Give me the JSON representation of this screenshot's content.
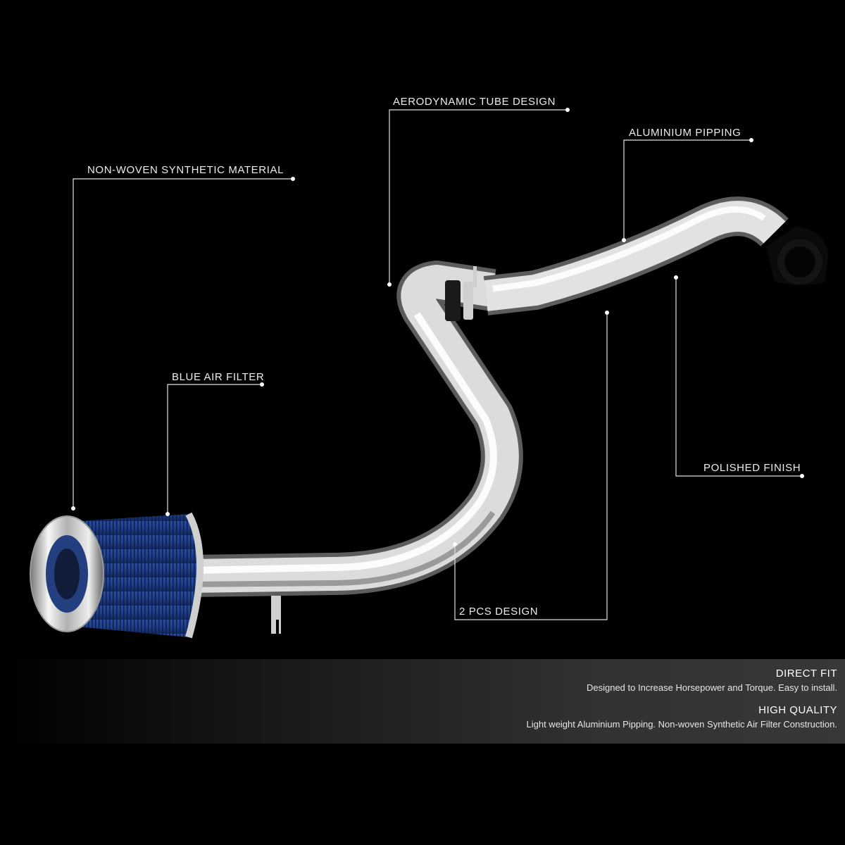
{
  "callouts": {
    "non_woven": "NON-WOVEN SYNTHETIC MATERIAL",
    "blue_filter": "BLUE AIR FILTER",
    "aero_tube": "AERODYNAMIC TUBE DESIGN",
    "aluminium_pipe": "ALUMINIUM PIPPING",
    "polished": "POLISHED FINISH",
    "two_pcs": "2 PCS DESIGN"
  },
  "features": [
    {
      "title": "DIRECT FIT",
      "desc": "Designed to Increase Horsepower and Torque. Easy to install."
    },
    {
      "title": "HIGH QUALITY",
      "desc": "Light weight Aluminium Pipping. Non-woven Synthetic Air Filter Construction."
    }
  ],
  "colors": {
    "background": "#000000",
    "filter_blue": "#1f3f8c",
    "chrome": "#d8d8d8",
    "coupler_black": "#0a0a0a",
    "line": "#e0e0e0"
  }
}
